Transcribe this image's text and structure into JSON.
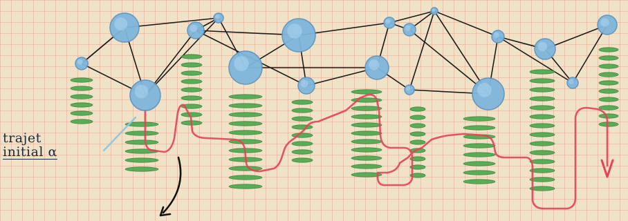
{
  "label": {
    "line1": "trajet",
    "line2": "initial α"
  },
  "colors": {
    "paper": "#efe2c6",
    "grid": "#d68c78",
    "node_fill": "#7fb6dc",
    "node_edge": "#5a92bf",
    "edge": "#1a1a1a",
    "stack": "#49a84a",
    "path": "#e4415a",
    "label_line": "#8fc6e6",
    "ink": "#1b2a40"
  },
  "nodes": [
    {
      "id": "n1"
    },
    {
      "id": "n2"
    },
    {
      "id": "n3"
    },
    {
      "id": "n4"
    },
    {
      "id": "n5"
    },
    {
      "id": "n6"
    },
    {
      "id": "n7"
    },
    {
      "id": "n8"
    },
    {
      "id": "n9"
    },
    {
      "id": "n10"
    },
    {
      "id": "n11"
    },
    {
      "id": "n12"
    },
    {
      "id": "n13"
    },
    {
      "id": "n14"
    },
    {
      "id": "n15"
    },
    {
      "id": "n16"
    },
    {
      "id": "n17"
    },
    {
      "id": "n18"
    }
  ],
  "edges": [
    [
      "n1",
      "n2"
    ],
    [
      "n1",
      "n3"
    ],
    [
      "n2",
      "n3"
    ],
    [
      "n2",
      "n5"
    ],
    [
      "n3",
      "n5"
    ],
    [
      "n3",
      "n4"
    ],
    [
      "n4",
      "n5"
    ],
    [
      "n4",
      "n7"
    ],
    [
      "n4",
      "n8"
    ],
    [
      "n5",
      "n6"
    ],
    [
      "n6",
      "n7"
    ],
    [
      "n6",
      "n9"
    ],
    [
      "n7",
      "n8"
    ],
    [
      "n7",
      "n10"
    ],
    [
      "n8",
      "n9"
    ],
    [
      "n9",
      "n10"
    ],
    [
      "n9",
      "n12"
    ],
    [
      "n10",
      "n11"
    ],
    [
      "n10",
      "n13"
    ],
    [
      "n11",
      "n13"
    ],
    [
      "n11",
      "n14"
    ],
    [
      "n12",
      "n13"
    ],
    [
      "n12",
      "n14"
    ],
    [
      "n13",
      "n14"
    ],
    [
      "n14",
      "n15"
    ],
    [
      "n15",
      "n16"
    ],
    [
      "n16",
      "n18"
    ],
    [
      "n16",
      "n17"
    ],
    [
      "n15",
      "n17"
    ],
    [
      "n17",
      "n18"
    ],
    [
      "n13",
      "n15"
    ],
    [
      "n1",
      "n2"
    ]
  ]
}
